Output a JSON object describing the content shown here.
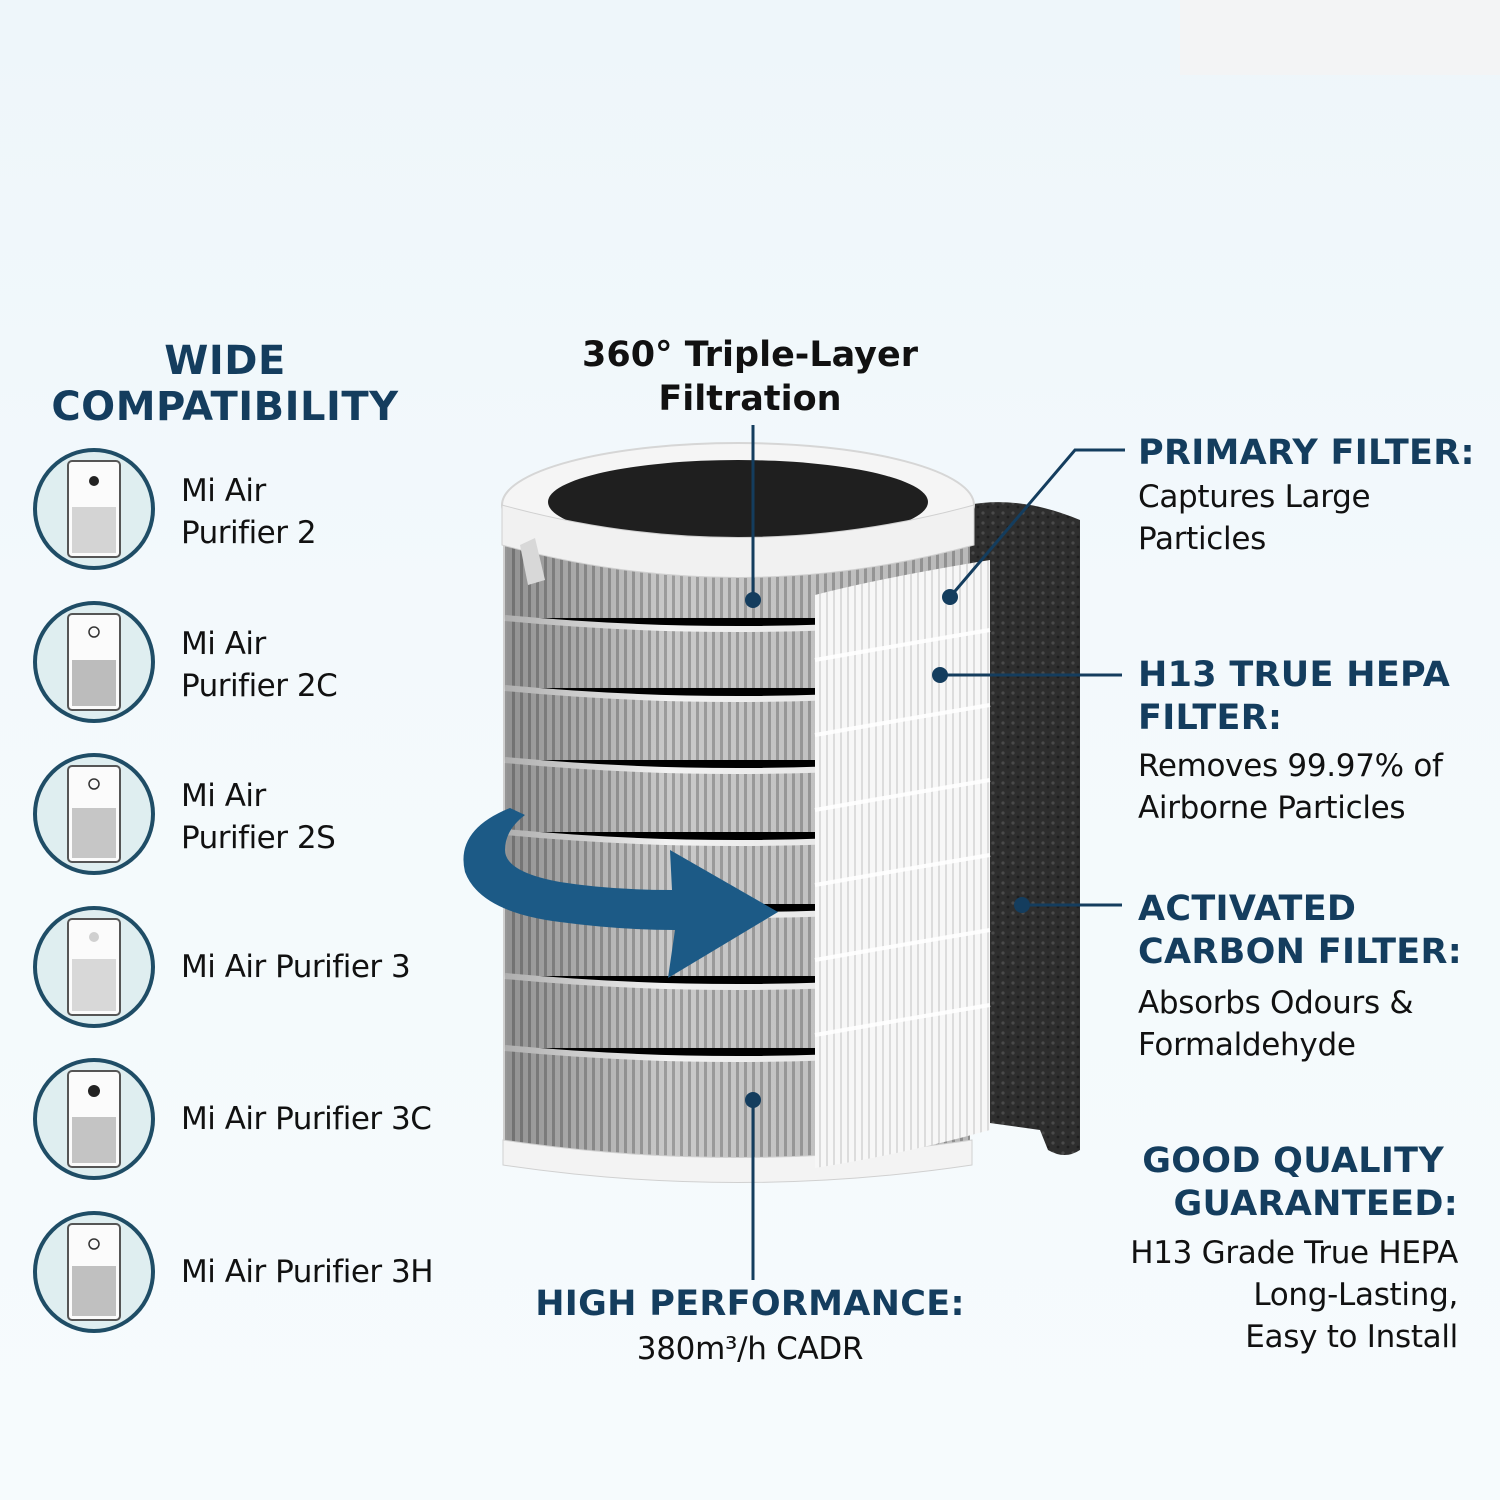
{
  "left_panel": {
    "title_line1": "WIDE",
    "title_line2": "COMPATIBILITY",
    "models": [
      {
        "line1": "Mi Air",
        "line2": "Purifier 2",
        "icon": "purifier-2-icon"
      },
      {
        "line1": "Mi Air",
        "line2": "Purifier 2C",
        "icon": "purifier-2c-icon"
      },
      {
        "line1": "Mi Air",
        "line2": "Purifier 2S",
        "icon": "purifier-2s-icon"
      },
      {
        "line1": "Mi Air Purifier 3",
        "line2": "",
        "icon": "purifier-3-icon"
      },
      {
        "line1": "Mi Air Purifier 3C",
        "line2": "",
        "icon": "purifier-3c-icon"
      },
      {
        "line1": "Mi Air Purifier 3H",
        "line2": "",
        "icon": "purifier-3h-icon"
      }
    ]
  },
  "center": {
    "title_line1": "360° Triple-Layer",
    "title_line2": "Filtration",
    "bottom_title": "HIGH PERFORMANCE:",
    "bottom_desc": "380m³/h CADR"
  },
  "right_panel": {
    "primary": {
      "title": "PRIMARY FILTER:",
      "desc1": "Captures Large",
      "desc2": "Particles"
    },
    "hepa": {
      "title1": "H13 TRUE HEPA",
      "title2": "FILTER:",
      "desc1": "Removes 99.97% of",
      "desc2": "Airborne Particles"
    },
    "carbon": {
      "title1": "ACTIVATED",
      "title2": "CARBON FILTER:",
      "desc1": "Absorbs Odours &",
      "desc2": "Formaldehyde"
    },
    "quality": {
      "title1": "GOOD QUALITY",
      "title2": "GUARANTEED:",
      "desc1": "H13 Grade True HEPA",
      "desc2": "Long-Lasting,",
      "desc3": "Easy to Install"
    }
  },
  "colors": {
    "navy": "#143d5e",
    "arrow": "#1c5a86",
    "circle_fill": "#dfeef0"
  }
}
